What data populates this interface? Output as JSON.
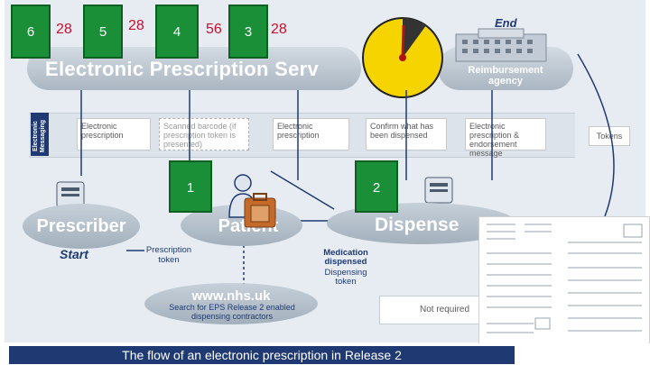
{
  "header": {
    "service_title": "Electronic Prescription Serv",
    "end_label": "End",
    "reimbursement_label": "Reimbursement agency"
  },
  "markers": [
    {
      "id": "6",
      "value": "28"
    },
    {
      "id": "5",
      "value": "28"
    },
    {
      "id": "4",
      "value": "56"
    },
    {
      "id": "3",
      "value": "28"
    }
  ],
  "lane": {
    "label": "Electronic Messaging",
    "cards": [
      "Electronic prescription",
      "Scanned barcode (if prescription token is presented)",
      "Electronic prescription",
      "Confirm what has been dispensed",
      "Electronic prescription & endorsement message"
    ],
    "tokens_label": "Tokens"
  },
  "actors": {
    "prescriber": "Prescriber",
    "start": "Start",
    "patient": "Patient",
    "dispenser": "Dispense",
    "marker_1": "1",
    "marker_2": "2"
  },
  "flow_labels": {
    "prescription_token": "Prescription token",
    "medication_dispensed": "Medication dispensed",
    "dispensing_token": "Dispensing token",
    "not_required": "Not required"
  },
  "nhs": {
    "url": "www.nhs.uk",
    "sub": "Search for EPS Release 2 enabled dispensing contractors"
  },
  "footer": {
    "caption": "The flow of an electronic prescription in Release 2"
  },
  "colors": {
    "accent_green": "#1a8f38",
    "marker_red": "#c8102e",
    "footer_blue": "#1f3a73",
    "timer_yellow": "#f5d400"
  },
  "timer": {
    "fraction_elapsed": 0.1
  }
}
